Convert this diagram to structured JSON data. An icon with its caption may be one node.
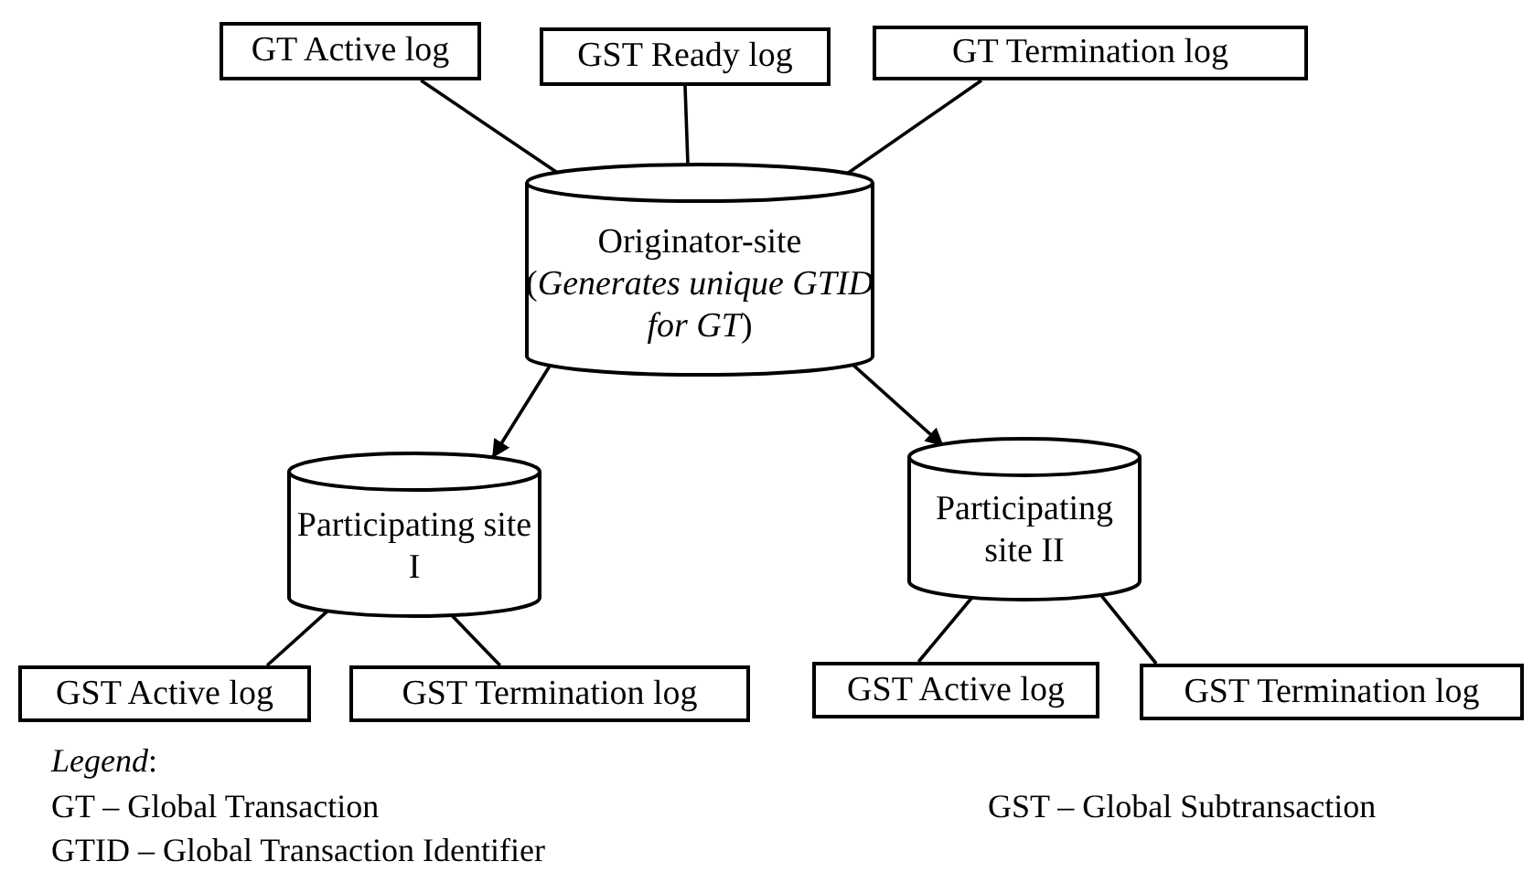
{
  "diagram": {
    "nodes": [
      {
        "text": [
          "GT Active log"
        ]
      },
      {
        "text": [
          "GST Ready log"
        ]
      },
      {
        "text": [
          "GT Termination log"
        ]
      },
      {
        "text": [
          "Originator-site (*Generates unique GTID for GT*)"
        ]
      },
      {
        "text": [
          "Participating site I"
        ]
      },
      {
        "text": [
          "Participating site II"
        ]
      },
      {
        "text": [
          "GST Active log"
        ]
      },
      {
        "text": [
          "GST Termination log"
        ]
      },
      {
        "text": [
          "GST Active log"
        ]
      },
      {
        "text": [
          "GST Termination log"
        ]
      }
    ],
    "edges": [
      {
        "from": 0,
        "to": 3,
        "arrow": "none"
      },
      {
        "from": 1,
        "to": 3,
        "arrow": "none"
      },
      {
        "from": 2,
        "to": 3,
        "arrow": "none"
      },
      {
        "from": 3,
        "to": 4,
        "arrow": "to"
      },
      {
        "from": 3,
        "to": 5,
        "arrow": "to"
      },
      {
        "from": 4,
        "to": 6,
        "arrow": "none"
      },
      {
        "from": 4,
        "to": 7,
        "arrow": "none"
      },
      {
        "from": 5,
        "to": 8,
        "arrow": "none"
      },
      {
        "from": 5,
        "to": 9,
        "arrow": "none"
      }
    ],
    "labels": [
      "*Legend*:",
      "GT – Global Transaction",
      "GST – Global Subtransaction",
      "GTID – Global Transaction Identifier"
    ]
  }
}
